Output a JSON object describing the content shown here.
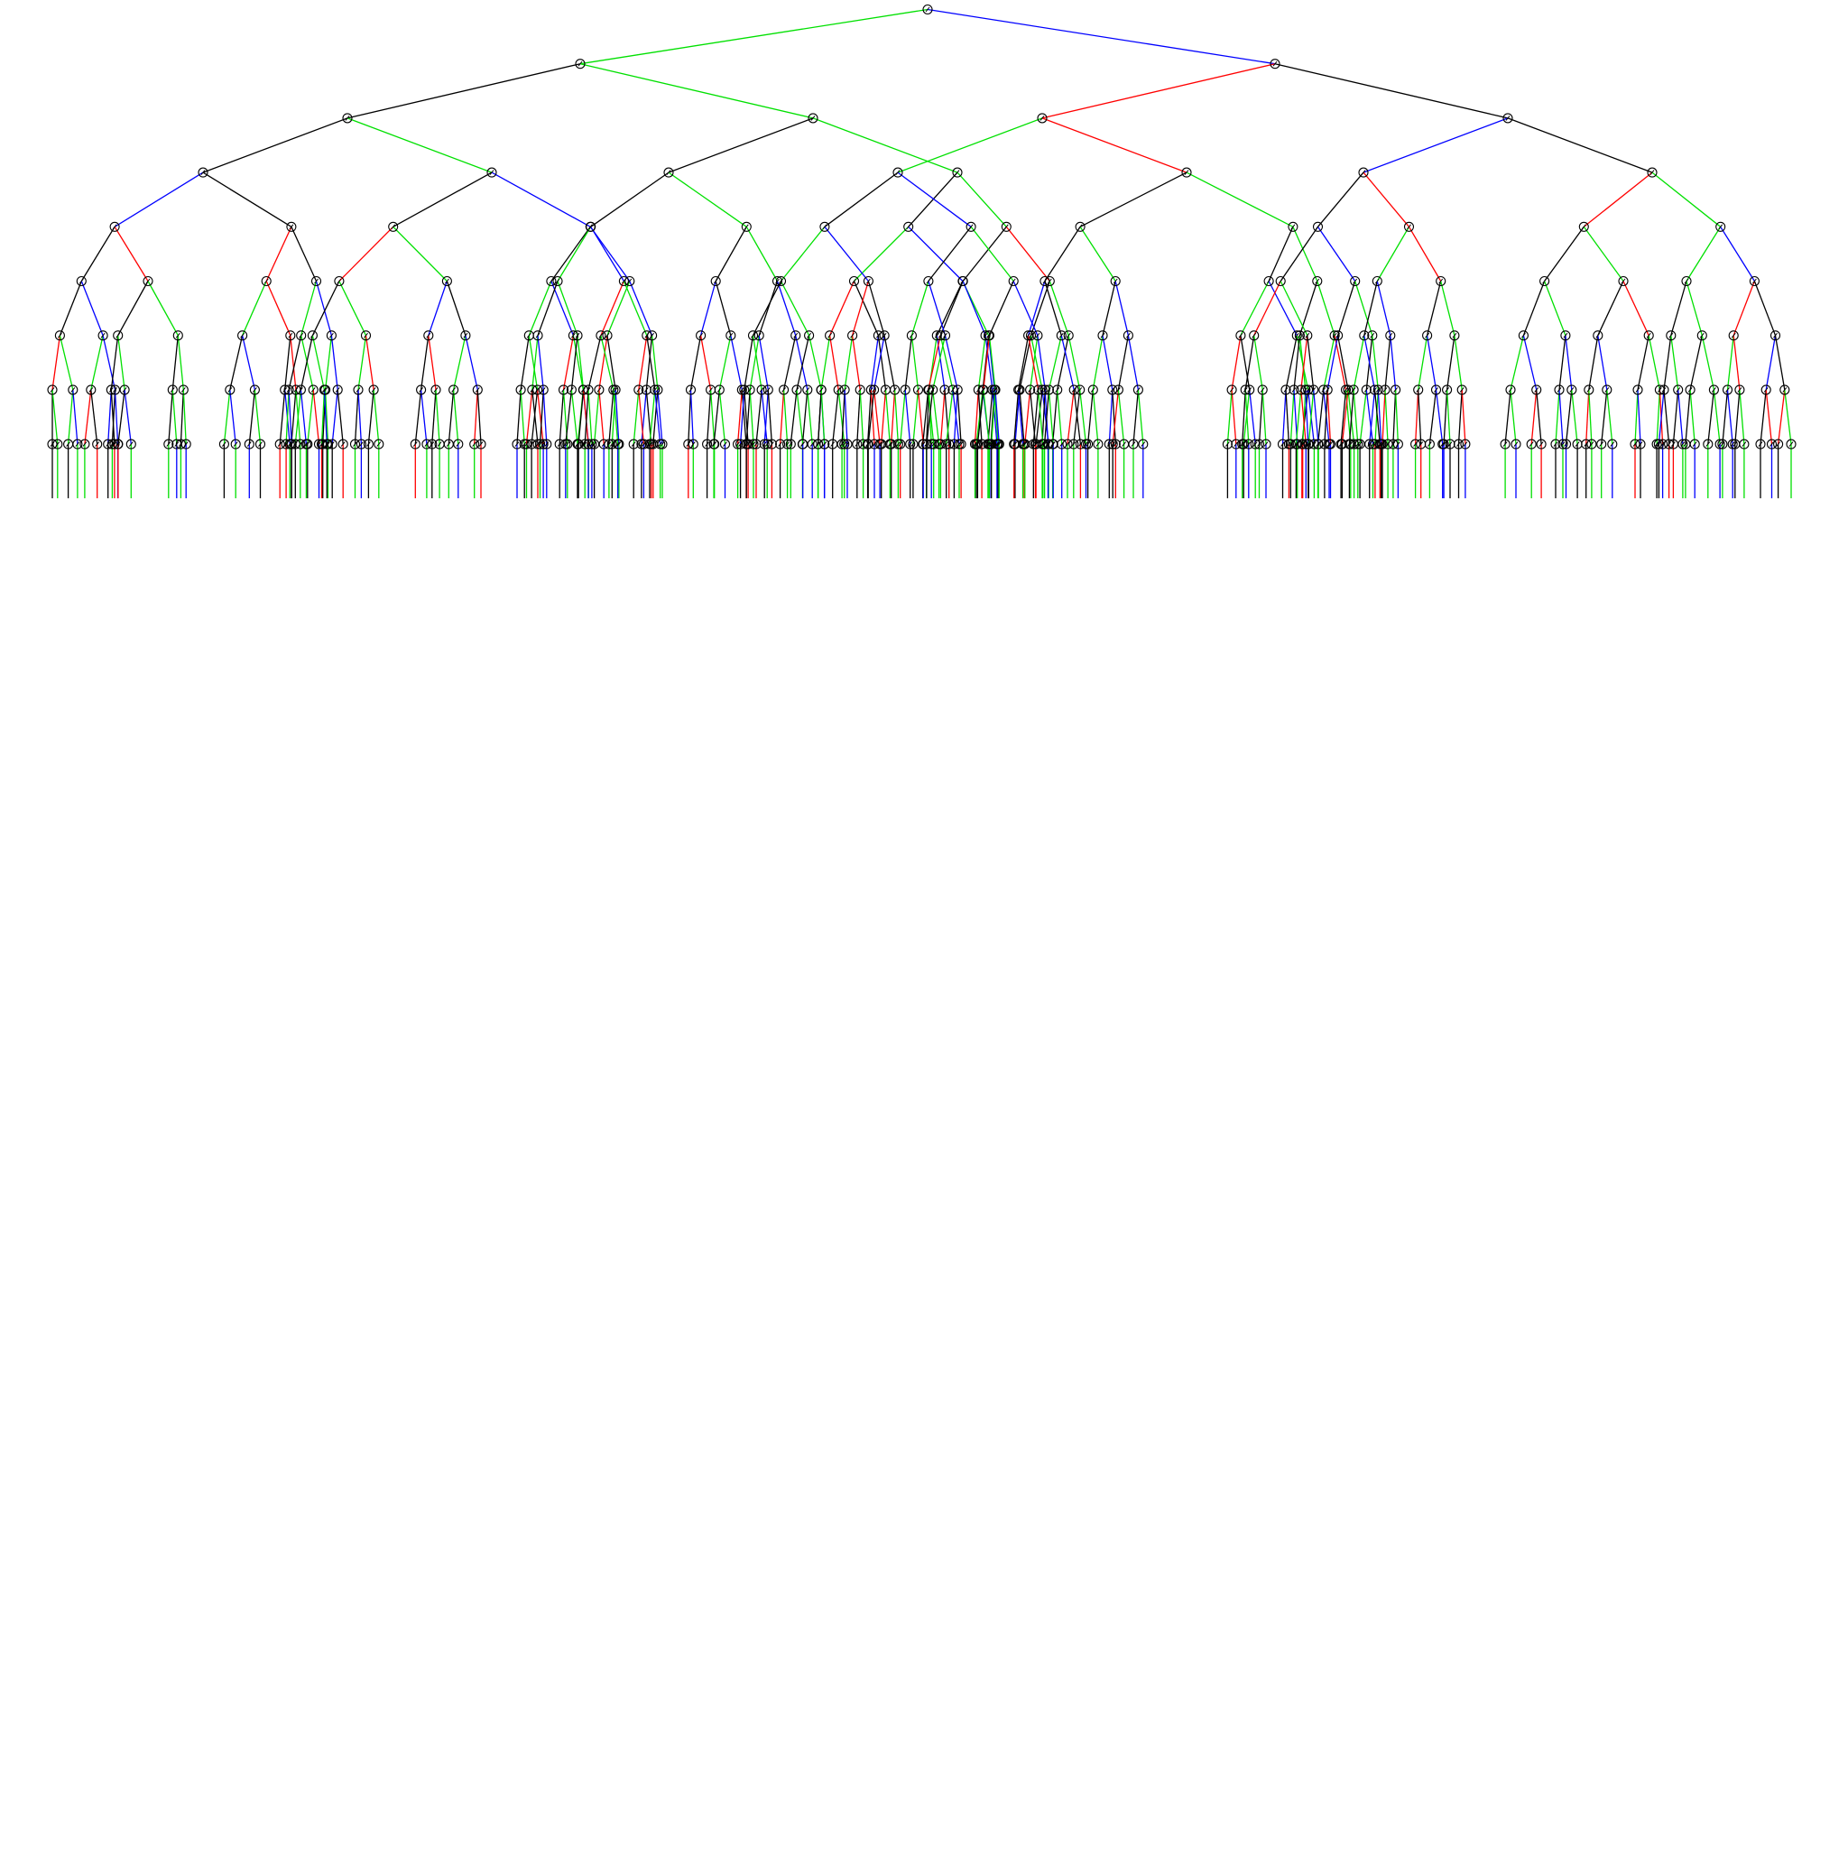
{
  "diagram": {
    "type": "binary-tree",
    "depth": 9,
    "root_edges": [
      "green",
      "blue"
    ],
    "palette": {
      "black": "#000000",
      "red": "#ff0000",
      "green": "#00e000",
      "blue": "#0000ff"
    },
    "edge_color_cycle": [
      "green",
      "blue",
      "black",
      "green",
      "black",
      "green",
      "blue",
      "black",
      "black",
      "red",
      "black",
      "blue",
      "red",
      "green",
      "black",
      "green",
      "black",
      "green",
      "green",
      "blue",
      "black",
      "green",
      "green",
      "blue",
      "red",
      "black",
      "green",
      "red",
      "black",
      "blue"
    ],
    "background": "#ffffff"
  }
}
